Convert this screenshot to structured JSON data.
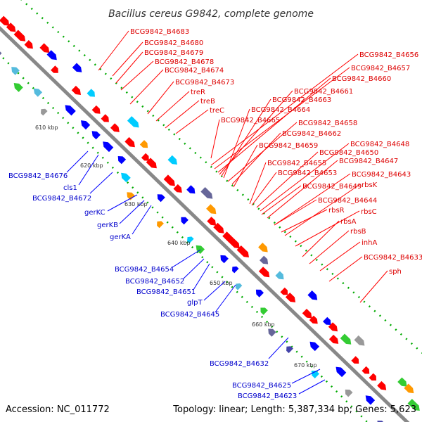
{
  "title": "Bacillus cereus G9842, complete genome",
  "footer": {
    "accession": "Accession: NC_011772",
    "summary": "Topology: linear; Length: 5,387,334 bp; Genes: 5,623"
  },
  "kbp_ticks": [
    "610 kbp",
    "620 kbp",
    "630 kbp",
    "640 kbp",
    "650 kbp",
    "660 kbp",
    "670 kbp"
  ],
  "labels_top_right": [
    "BCG9842_B4683",
    "BCG9842_B4680",
    "BCG9842_B4679",
    "BCG9842_B4678",
    "BCG9842_B4674",
    "BCG9842_B4673",
    "treR",
    "treB",
    "treC",
    "BCG9842_B4665",
    "BCG9842_B4664",
    "BCG9842_B4663",
    "BCG9842_B4662",
    "BCG9842_B4659",
    "BCG9842_B4655",
    "BCG9842_B4653",
    "BCG9842_B4649",
    "BCG9842_B4644",
    "BCG9842_B4656",
    "BCG9842_B4657",
    "BCG9842_B4660",
    "BCG9842_B4661",
    "BCG9842_B4658",
    "BCG9842_B4648",
    "BCG9842_B4650",
    "BCG9842_B4647",
    "BCG9842_B4643",
    "rbsK",
    "rbsR",
    "rbsC",
    "rbsA",
    "rbsB",
    "inhA",
    "BCG9842_B4633",
    "sph"
  ],
  "labels_bottom_left": [
    "BCG9842_B4676",
    "cls1",
    "BCG9842_B4672",
    "gerKC",
    "gerKB",
    "gerKA",
    "BCG9842_B4654",
    "BCG9842_B4652",
    "BCG9842_B4651",
    "glpT",
    "BCG9842_B4645",
    "BCG9842_B4632",
    "BCG9842_B4625",
    "BCG9842_B4623"
  ],
  "colors": {
    "forward_gene": "#ff0000",
    "reverse_gene": "#0000ff",
    "backbone": "#888888",
    "tick_dots": "#00aa00"
  }
}
